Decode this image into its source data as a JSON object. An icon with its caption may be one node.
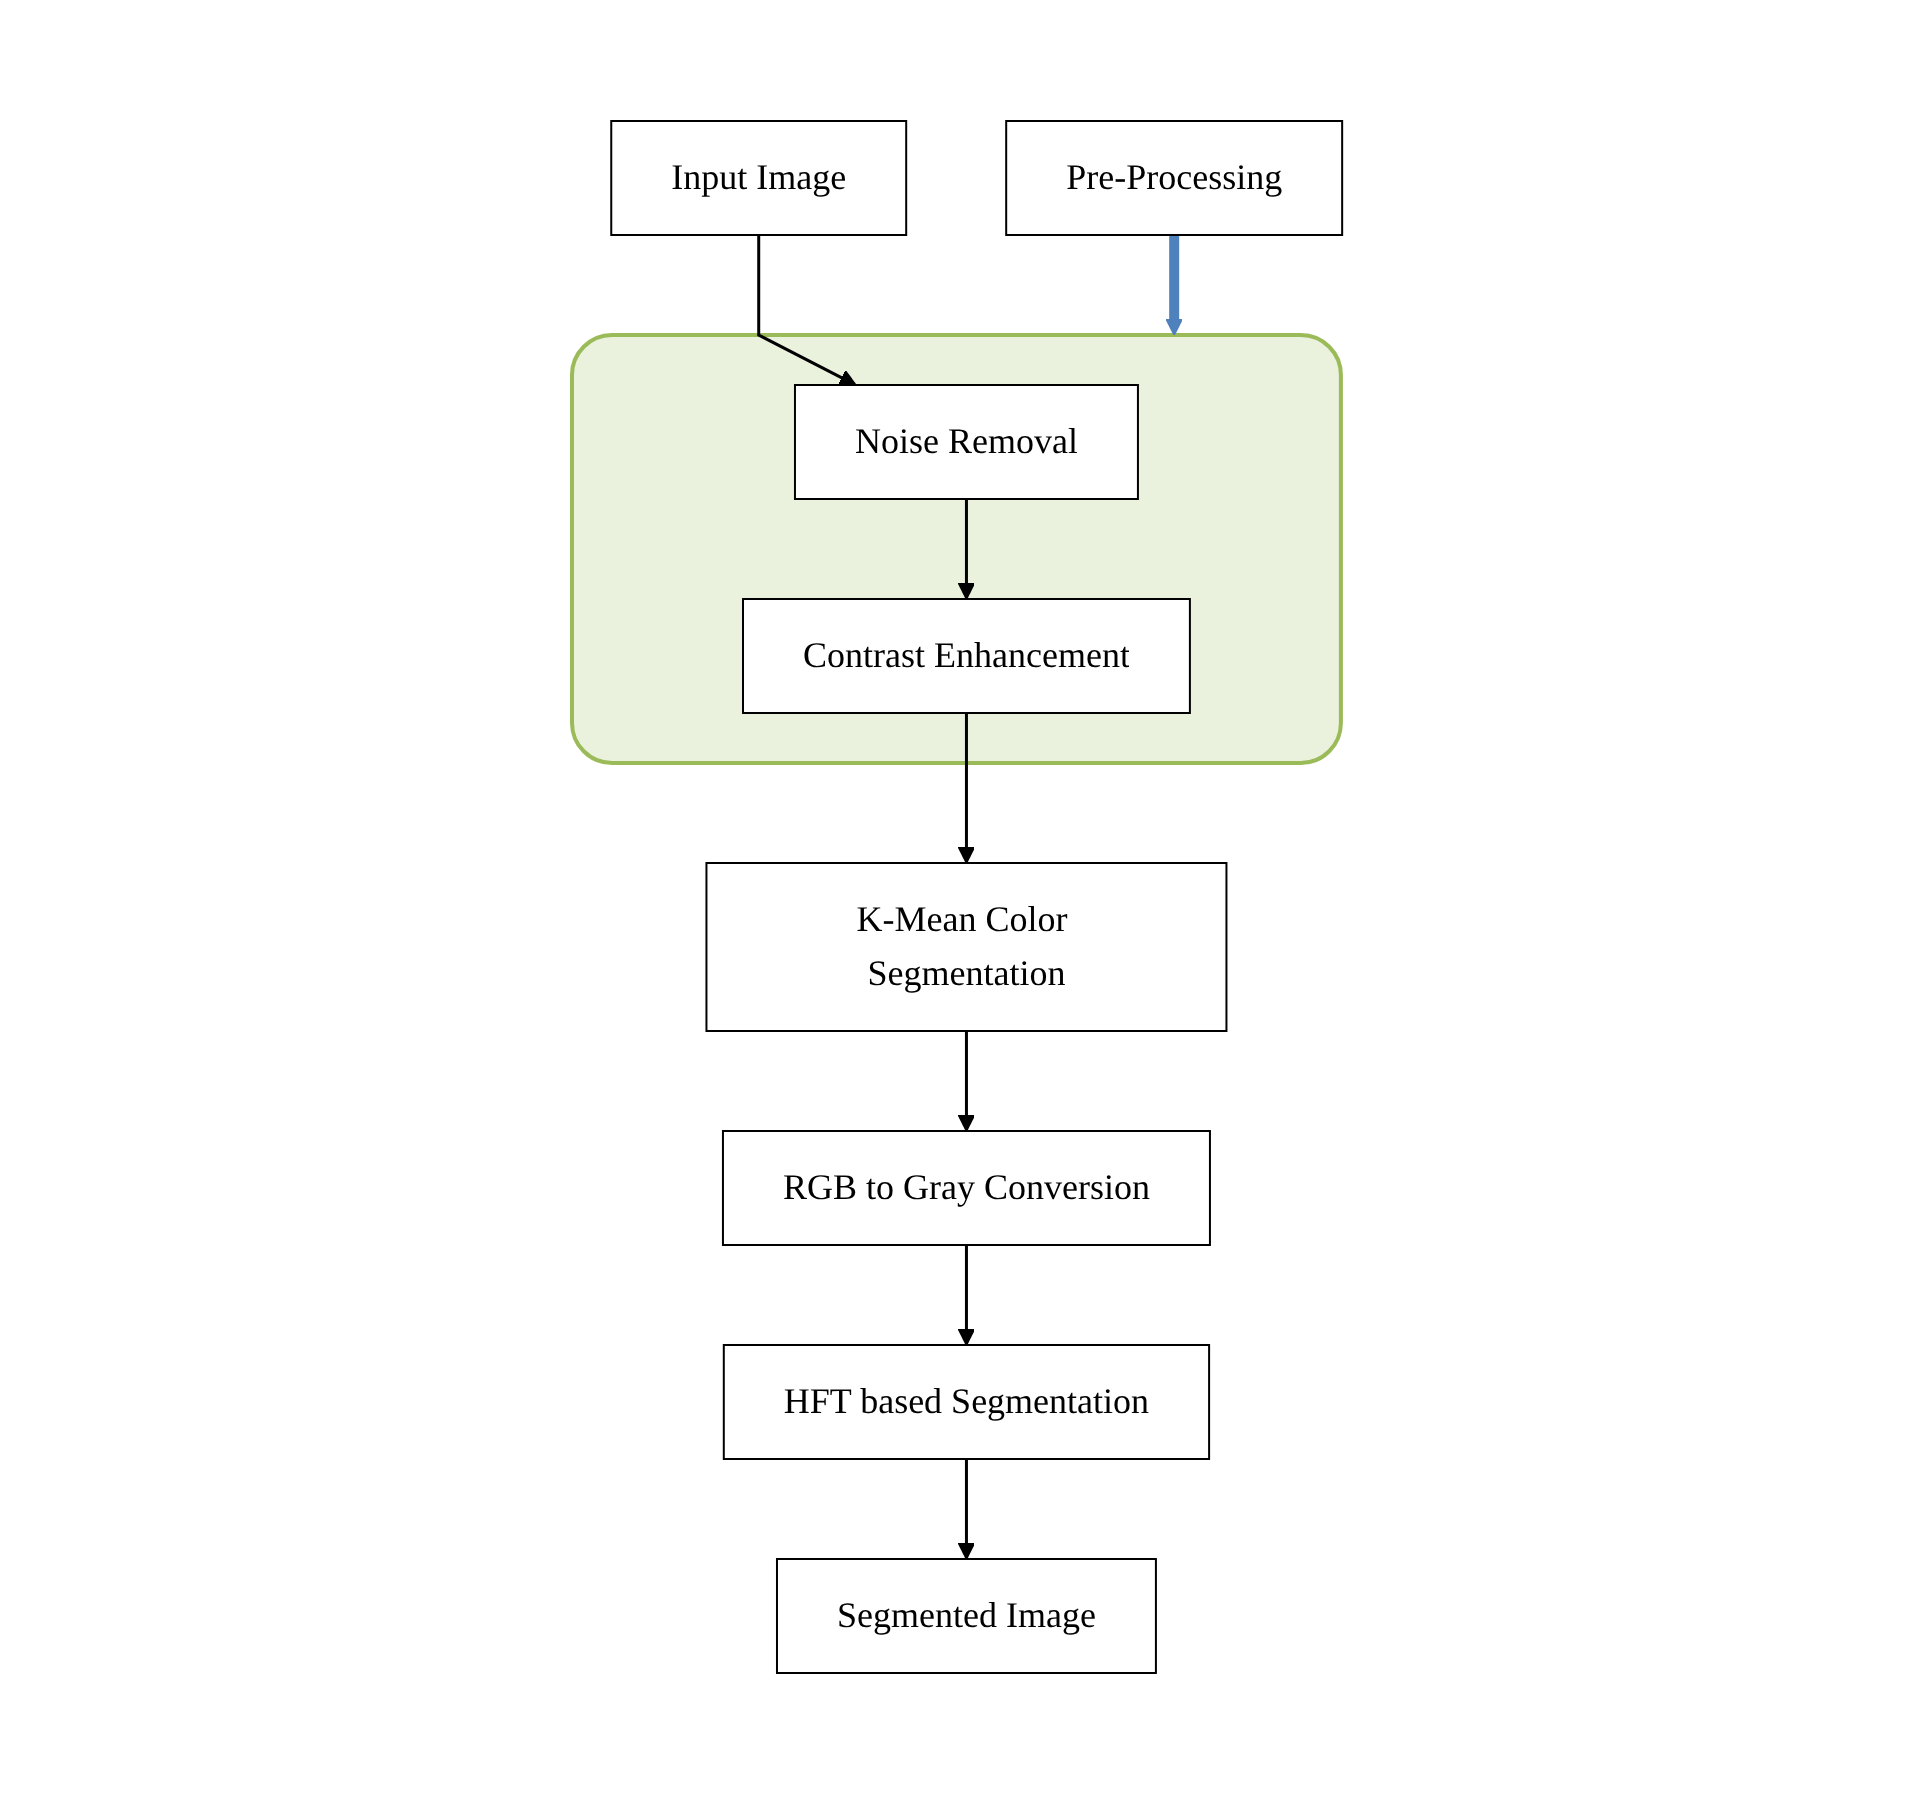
{
  "diagram": {
    "nodes": [
      {
        "text": [
          "Input Image"
        ]
      },
      {
        "text": [],
        "shape": "box"
      },
      {
        "text": [
          "Noise Removal"
        ],
        "in": 1
      },
      {
        "text": [
          "Contrast Enhancement"
        ],
        "in": 1
      },
      {
        "text": [
          "Pre-Processing"
        ]
      },
      {
        "text": [
          "K-Mean Color Segmentation"
        ]
      },
      {
        "text": [
          "RGB to Gray Conversion"
        ]
      },
      {
        "text": [
          "HFT based Segmentation"
        ]
      },
      {
        "text": [
          "Segmented Image"
        ]
      }
    ],
    "edges": [
      {
        "from": 0,
        "to": 2,
        "arrow": "to"
      },
      {
        "from": 2,
        "to": 3,
        "arrow": "to"
      },
      {
        "from": 3,
        "to": 5,
        "arrow": "to"
      },
      {
        "from": 4,
        "to": 1,
        "arrow": "to",
        "style": "thick",
        "color": "#4f81bd"
      },
      {
        "from": 5,
        "to": 6,
        "arrow": "to"
      },
      {
        "from": 6,
        "to": 7,
        "arrow": "to"
      },
      {
        "from": 7,
        "to": 8,
        "arrow": "to"
      }
    ]
  }
}
